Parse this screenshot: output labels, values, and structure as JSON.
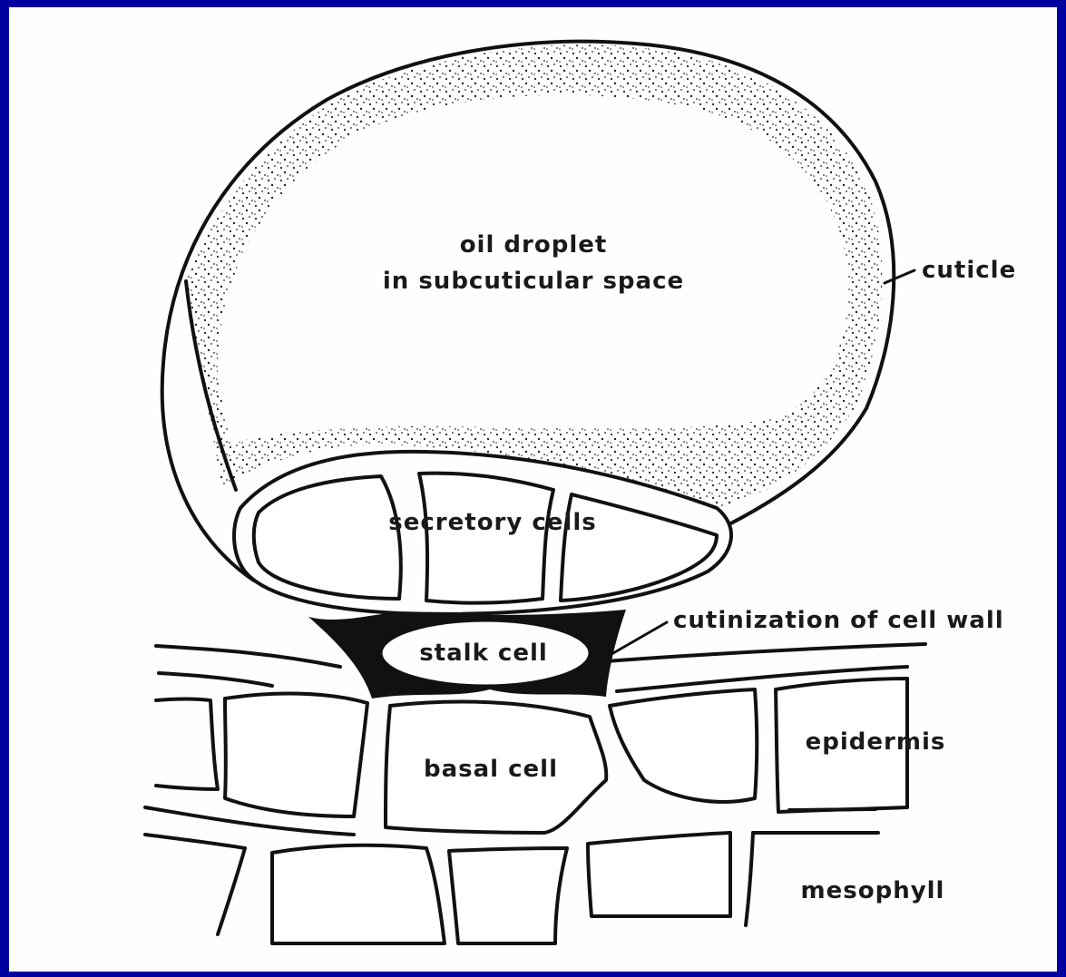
{
  "labels": {
    "oil_droplet_line1": "oil droplet",
    "oil_droplet_line2": "in subcuticular space",
    "cuticle": "cuticle",
    "secretory_cells": "secretory cells",
    "cutinization": "cutinization of cell wall",
    "stalk_cell": "stalk cell",
    "basal_cell": "basal cell",
    "epidermis": "epidermis",
    "mesophyll": "mesophyll"
  },
  "colors": {
    "frame_border": "#0000a0",
    "background": "#fefefe",
    "ink": "#111111"
  }
}
